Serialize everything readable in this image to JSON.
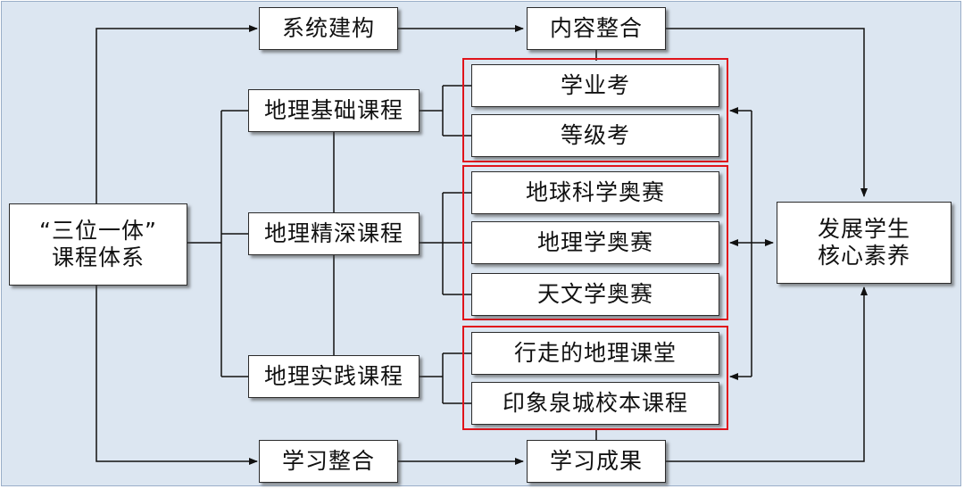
{
  "title_left": {
    "line1": "“三位一体”",
    "line2": "课程体系"
  },
  "top_row": {
    "system": "系统建构",
    "content": "内容整合"
  },
  "bottom_row": {
    "study_integration": "学习整合",
    "study_results": "学习成果"
  },
  "courses": [
    {
      "label": "地理基础课程"
    },
    {
      "label": "地理精深课程"
    },
    {
      "label": "地理实践课程"
    }
  ],
  "groups": [
    {
      "items": [
        "学业考",
        "等级考"
      ]
    },
    {
      "items": [
        "地球科学奥赛",
        "地理学奥赛",
        "天文学奥赛"
      ]
    },
    {
      "items": [
        "行走的地理课堂",
        "印象泉城校本课程"
      ]
    }
  ],
  "goal": {
    "line1": "发展学生",
    "line2": "核心素养"
  },
  "colors": {
    "background": "#dce6f1",
    "group_border": "#e0141b",
    "line": "#111111"
  }
}
